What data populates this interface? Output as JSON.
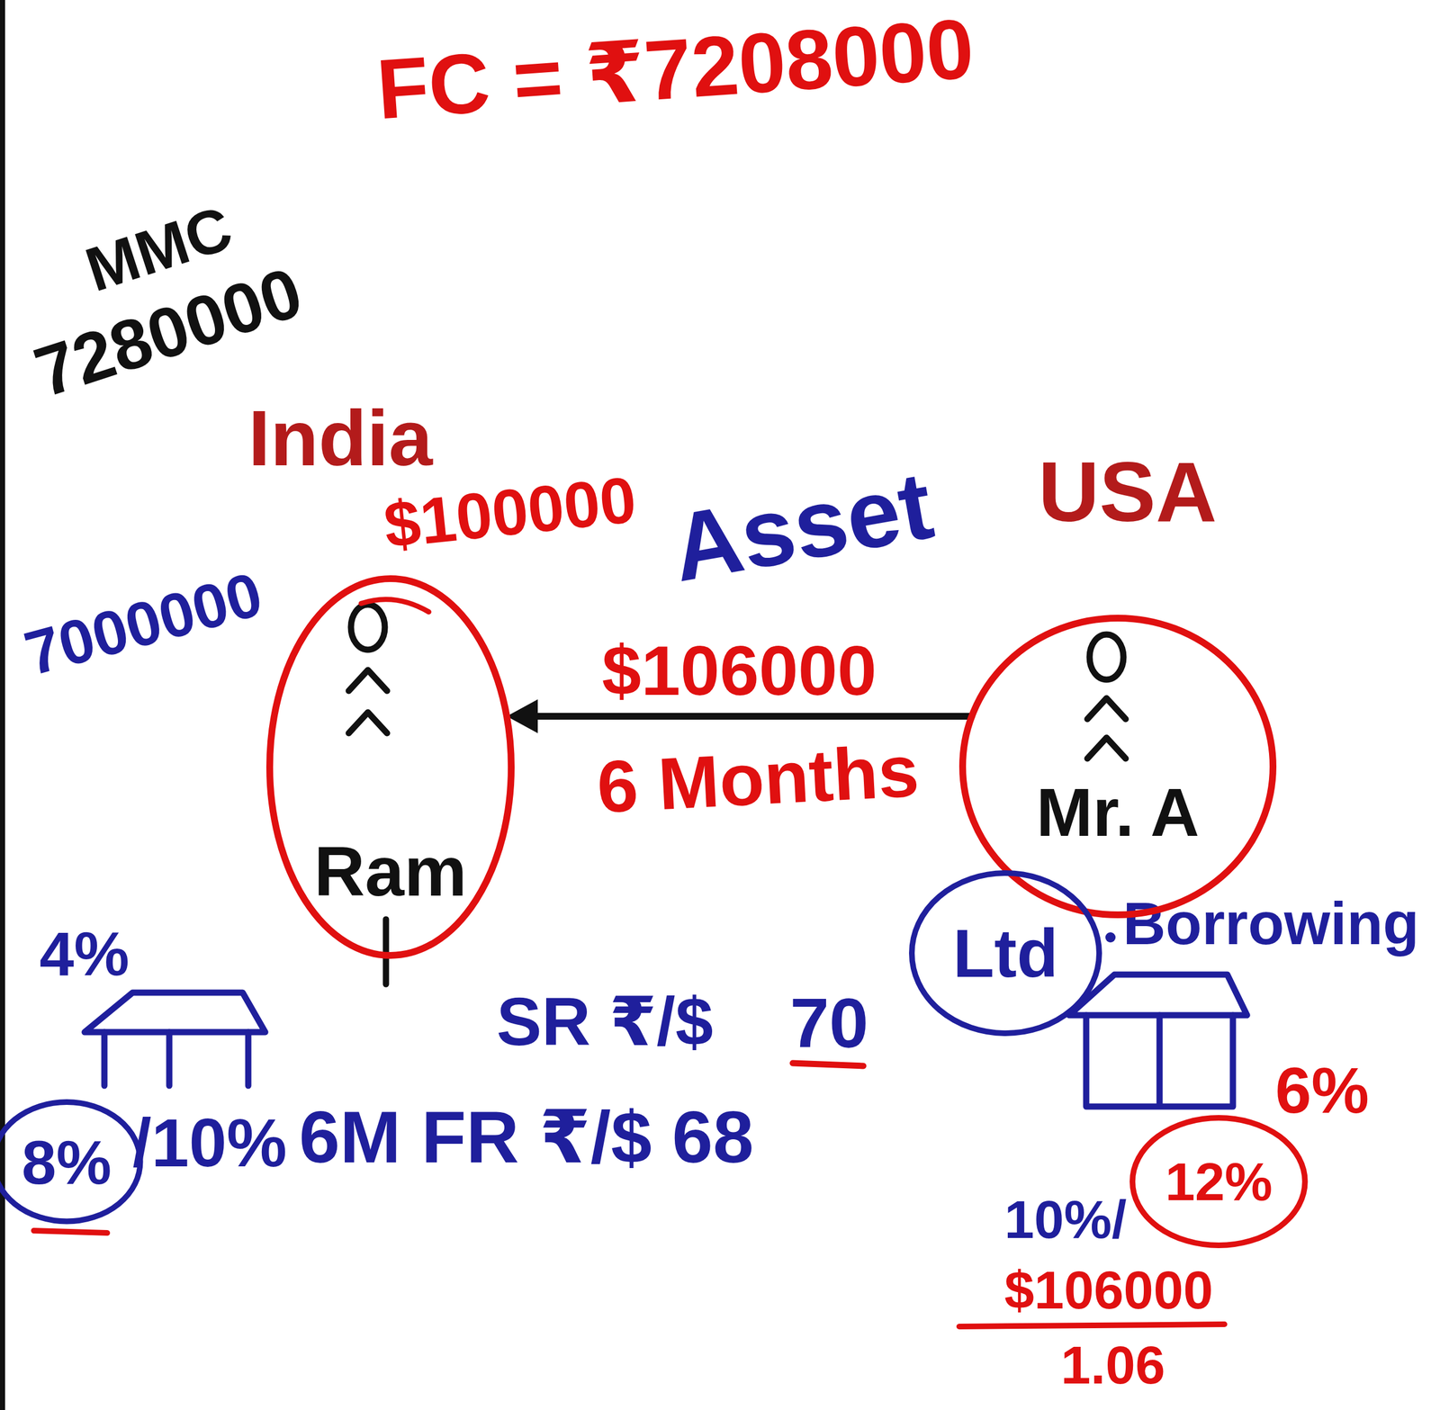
{
  "diagram": {
    "nodes": [
      {
        "text": [
          "Ram"
        ]
      },
      {
        "text": [
          "Mr. A"
        ]
      },
      {
        "text": [
          "Ltd"
        ]
      },
      {
        "text": [
          "8%"
        ]
      },
      {
        "text": [
          "12%"
        ]
      }
    ],
    "edges": [
      {
        "from": 1,
        "to": 0,
        "arrow": "to",
        "label": "$106000"
      }
    ],
    "labels": [
      "FC = ₹7208000",
      "MMC",
      "7280000",
      "India",
      "7000000",
      "$100000",
      "Asset",
      "USA",
      "6 Months",
      "4%",
      "SR ₹/$",
      "70",
      "/10%",
      "6M FR ₹/$ 68",
      "Borrowing",
      "6%",
      "10%/",
      "$106000",
      "1.06"
    ]
  }
}
